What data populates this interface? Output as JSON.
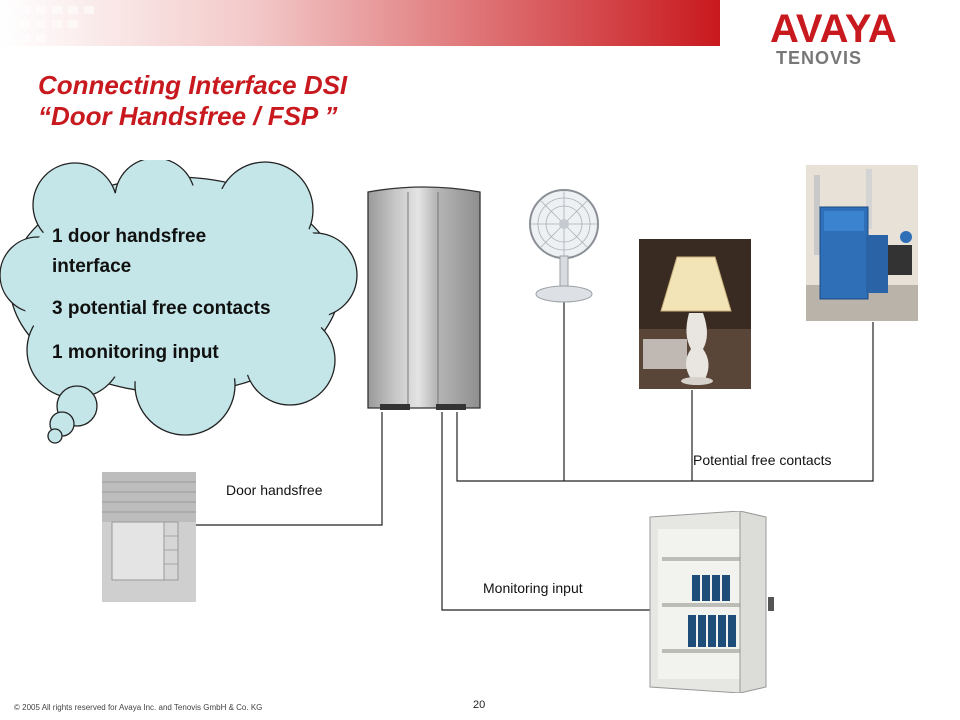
{
  "header": {
    "brand_name": "AVAYA",
    "brand_sub": "TENOVIS",
    "title_line1": "Connecting Interface DSI",
    "title_line2": "“Door Handsfree / FSP ”",
    "accent_color": "#c8191e"
  },
  "thought_cloud": {
    "items": [
      "1 door handsfree",
      "interface",
      "3 potential free contacts",
      "1 monitoring input"
    ],
    "fill_color": "#c5e6e8"
  },
  "diagram": {
    "labels": {
      "door_handsfree": "Door handsfree",
      "potential_free_contacts": "Potential free contacts",
      "monitoring_input": "Monitoring input"
    },
    "devices": [
      "interface-box-icon",
      "desk-fan-icon",
      "table-lamp-icon",
      "boiler-icon",
      "door-intercom-icon",
      "safe-cabinet-icon"
    ]
  },
  "footer": {
    "copyright": "© 2005 All rights reserved for Avaya Inc. and Tenovis GmbH & Co. KG",
    "page_number": "20"
  }
}
